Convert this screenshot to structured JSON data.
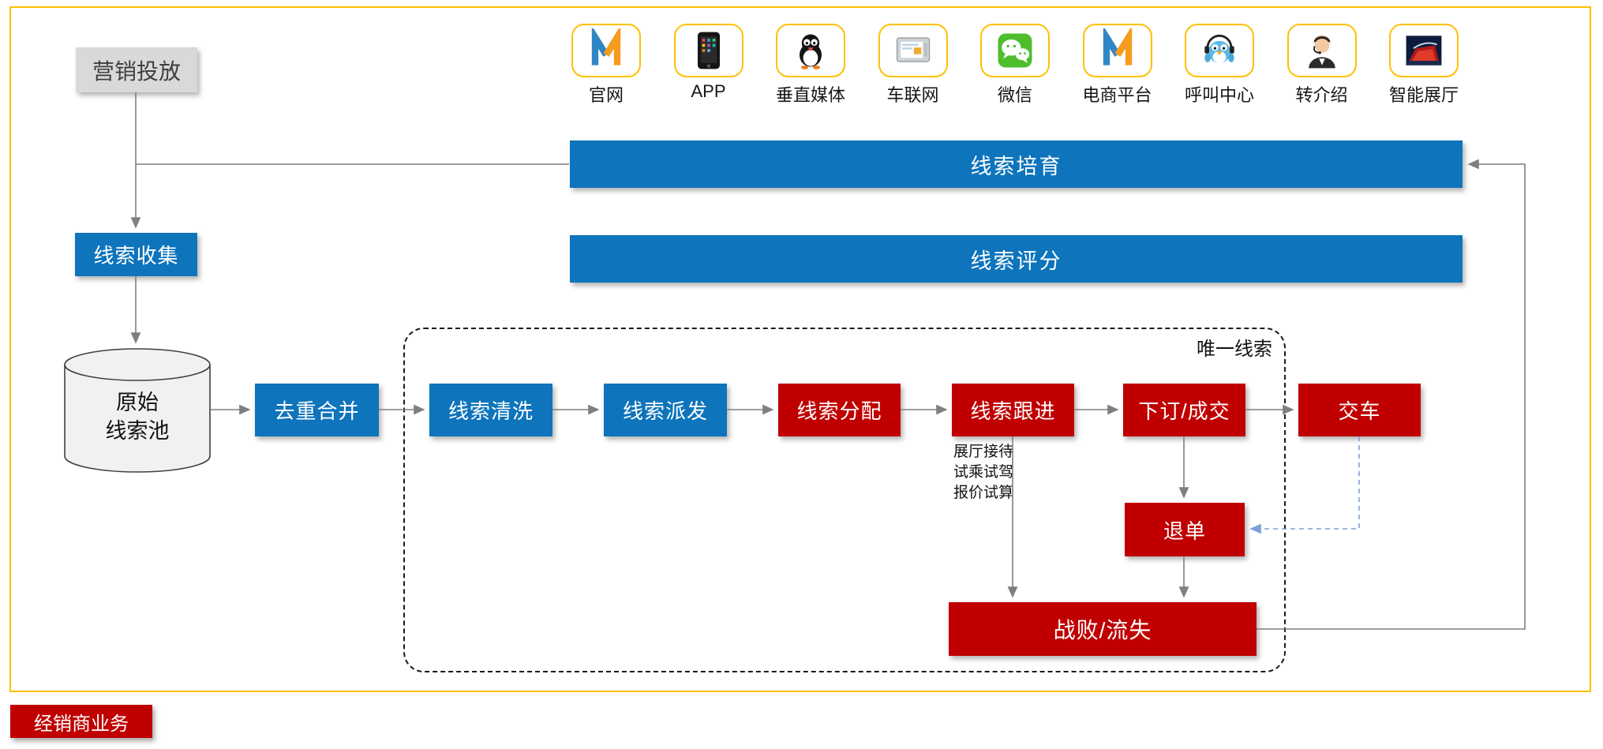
{
  "palette": {
    "blue": "#0E74BC",
    "red": "#C00000",
    "gray_box": "#D9D9D9",
    "connector": "#7F7F7F",
    "frame_gold": "#FFC000",
    "dashed_blue": "#7C9FD6"
  },
  "sources": {
    "marketing": "营销投放",
    "collect": "线索收集",
    "pool": [
      "原始",
      "线索池"
    ]
  },
  "channels": [
    {
      "label": "官网",
      "icon": "m-logo-icon"
    },
    {
      "label": "APP",
      "icon": "tablet-icon"
    },
    {
      "label": "垂直媒体",
      "icon": "penguin-icon"
    },
    {
      "label": "车联网",
      "icon": "car-device-icon"
    },
    {
      "label": "微信",
      "icon": "wechat-icon"
    },
    {
      "label": "电商平台",
      "icon": "m-logo-icon"
    },
    {
      "label": "呼叫中心",
      "icon": "bird-headset-icon"
    },
    {
      "label": "转介绍",
      "icon": "agent-headset-icon"
    },
    {
      "label": "智能展厅",
      "icon": "showroom-icon"
    }
  ],
  "bars": {
    "nurture": "线索培育",
    "score": "线索评分"
  },
  "pipeline": [
    {
      "label": "去重合并",
      "color": "blue"
    },
    {
      "label": "线索清洗",
      "color": "blue"
    },
    {
      "label": "线索派发",
      "color": "blue"
    },
    {
      "label": "线索分配",
      "color": "red"
    },
    {
      "label": "线索跟进",
      "color": "red"
    },
    {
      "label": "下订/成交",
      "color": "red"
    },
    {
      "label": "交车",
      "color": "red"
    }
  ],
  "unique_lead_label": "唯一线索",
  "followup_notes": [
    "展厅接待",
    "试乘试驾",
    "报价试算"
  ],
  "return_order": "退单",
  "lost": "战败/流失",
  "footer_tag": "经销商业务"
}
